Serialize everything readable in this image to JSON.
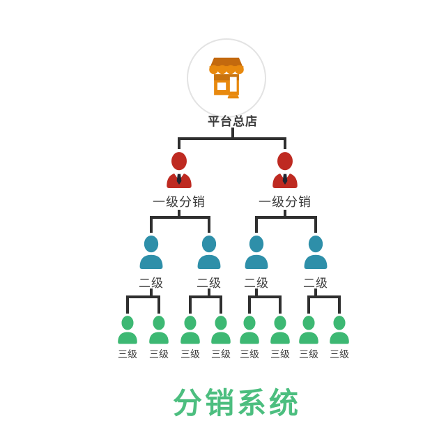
{
  "title": {
    "text": "分销系统",
    "color": "#4CBE7F"
  },
  "root": {
    "label": "平台总店",
    "icon": "storefront-icon"
  },
  "levels": [
    {
      "name": "level-1-distributor",
      "label": "一级分销",
      "color": "#BE2A21",
      "count": 2
    },
    {
      "name": "level-2-distributor",
      "label": "二级",
      "color": "#2E8FA9",
      "count": 4
    },
    {
      "name": "level-3-distributor",
      "label": "三级",
      "color": "#3DB873",
      "count": 8
    }
  ],
  "colors": {
    "connector": "#2f2f2f",
    "store_awning_dark": "#C3690E",
    "store_orange": "#E8890E",
    "store_shadow": "#C9730E",
    "circle_border": "#e3e3e3",
    "label_text": "#3b3b3b",
    "tie_dark": "#1f2430"
  }
}
